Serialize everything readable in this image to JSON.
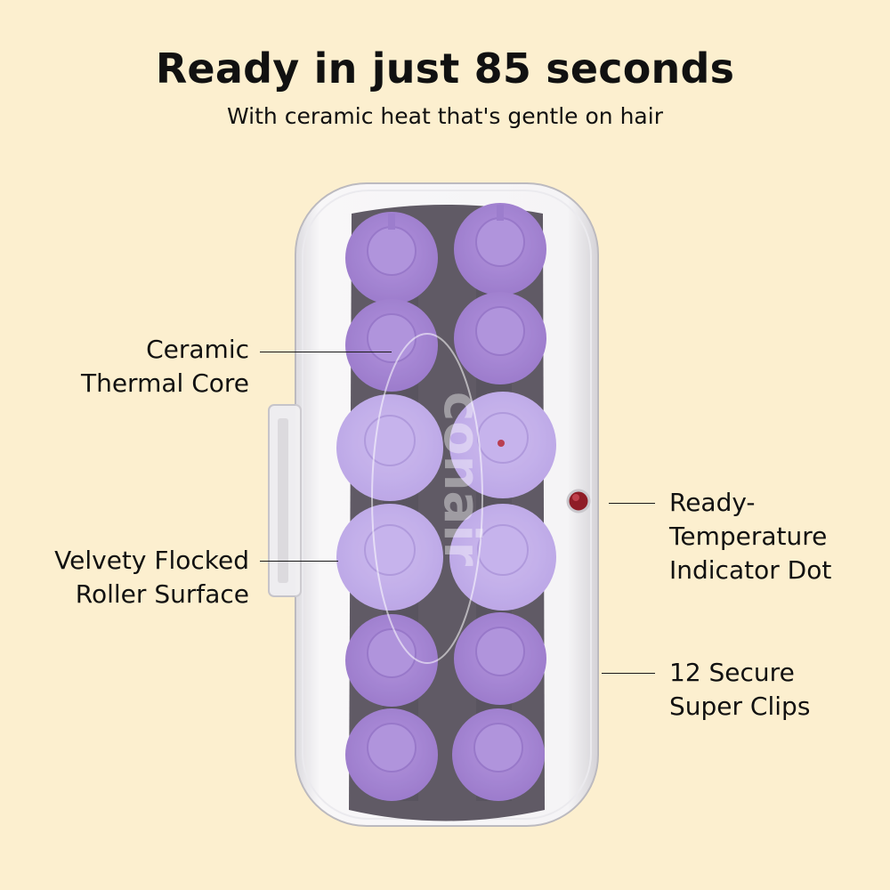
{
  "header": {
    "title": "Ready in just 85 seconds",
    "subtitle": "With ceramic heat that's gentle on hair"
  },
  "callouts": {
    "ceramic_core": {
      "line1": "Ceramic",
      "line2": "Thermal Core"
    },
    "flocked_surface": {
      "line1": "Velvety Flocked",
      "line2": "Roller Surface"
    },
    "indicator_dot": {
      "line1": "Ready-",
      "line2": "Temperature",
      "line3": "Indicator Dot"
    },
    "clips": {
      "line1": "12 Secure",
      "line2": "Super Clips"
    }
  },
  "product": {
    "lid_logo": "conair",
    "roller_count": 12,
    "colors": {
      "background": "#fcefcf",
      "roller_dark": "#9b76d0",
      "roller_light": "#bba3e8",
      "base": "#4a4450",
      "indicator": "#a8202c"
    }
  }
}
